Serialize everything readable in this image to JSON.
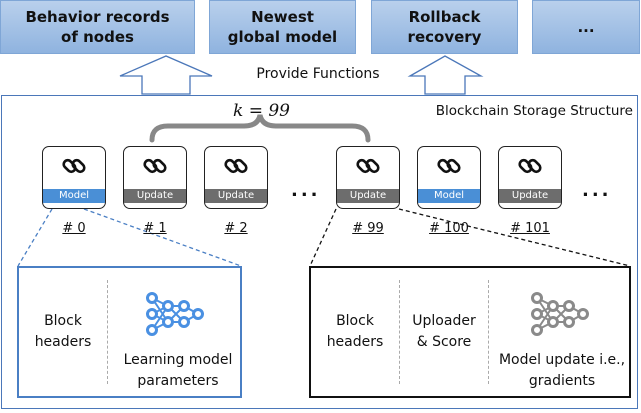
{
  "top_boxes": [
    "Behavior records of nodes",
    "Newest global model",
    "Rollback recovery",
    "..."
  ],
  "provide_text": "Provide Functions",
  "storage_title": "Blockchain Storage Structure",
  "k_label": "k = 99",
  "blocks": [
    {
      "band": "Model",
      "label": "# 0"
    },
    {
      "band": "Update",
      "label": "# 1"
    },
    {
      "band": "Update",
      "label": "# 2"
    },
    {
      "band": "Update",
      "label": "# 99"
    },
    {
      "band": "Model",
      "label": "# 100"
    },
    {
      "band": "Update",
      "label": "# 101"
    }
  ],
  "ellipsis": "...",
  "model_detail": {
    "header": "Block headers",
    "params": "Learning model parameters"
  },
  "update_detail": {
    "header": "Block headers",
    "uploader": "Uploader & Score",
    "update": "Model update i.e., gradients"
  },
  "colors": {
    "model_band": "#4a8fd6",
    "update_band": "#6d6d6d",
    "top_box": "#9dbde4",
    "outline_blue": "#4a7fc4"
  }
}
